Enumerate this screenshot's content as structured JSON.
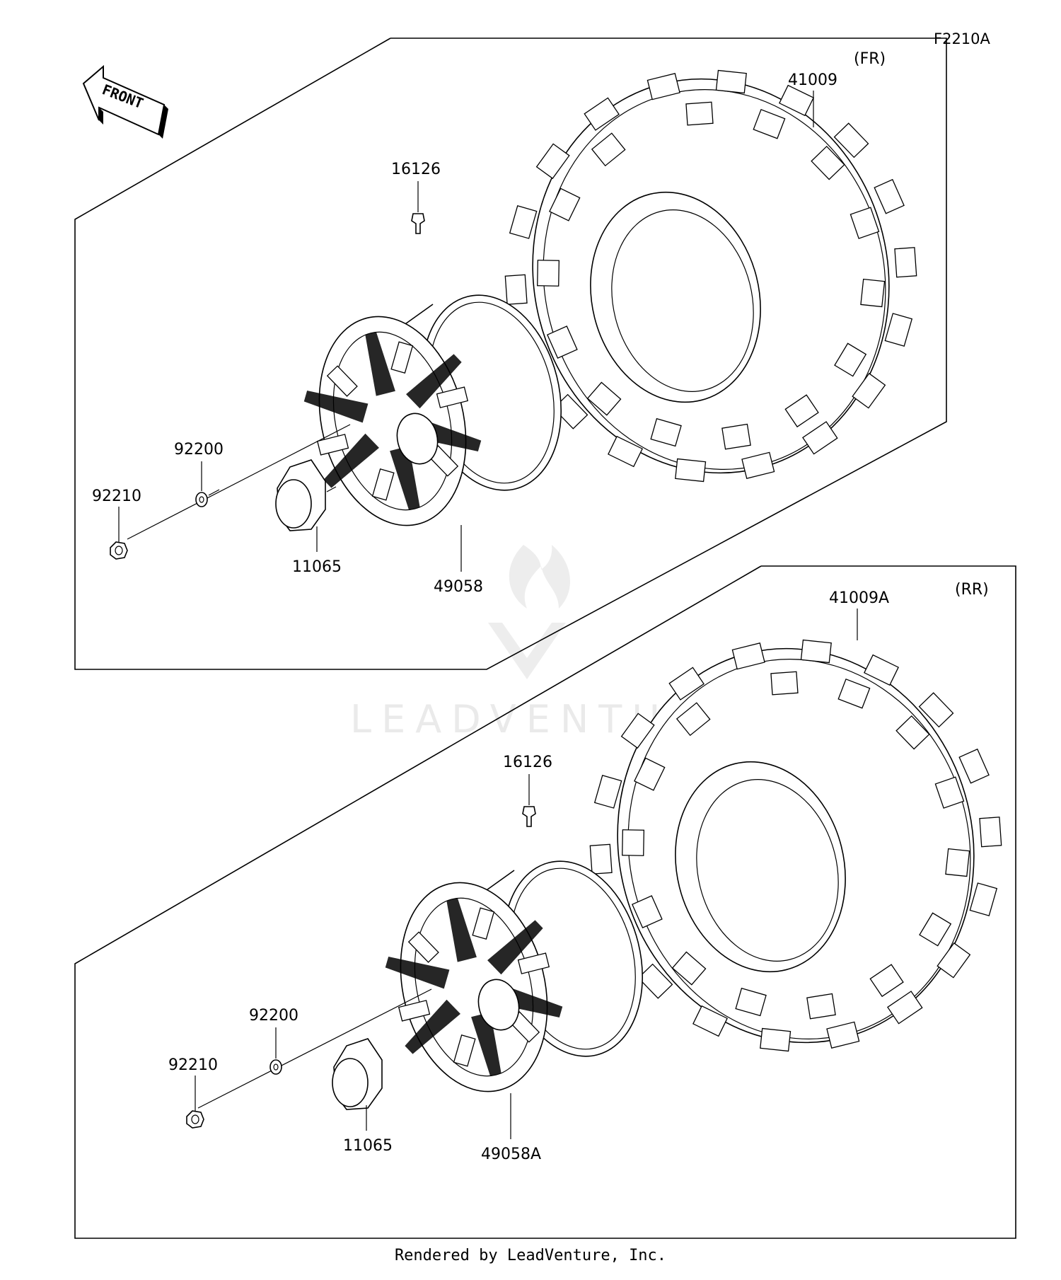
{
  "diagram_code": "F2210A",
  "front_label": "FRONT",
  "watermark": "LEADVENTURE",
  "footer": "Rendered by LeadVenture, Inc.",
  "front_assembly": {
    "tag": "(FR)",
    "tire": "41009",
    "valve": "16126",
    "washer": "92200",
    "nut": "92210",
    "cap": "11065",
    "wheel": "49058"
  },
  "rear_assembly": {
    "tag": "(RR)",
    "tire": "41009A",
    "valve": "16126",
    "washer": "92200",
    "nut": "92210",
    "cap": "11065",
    "wheel": "49058A"
  }
}
